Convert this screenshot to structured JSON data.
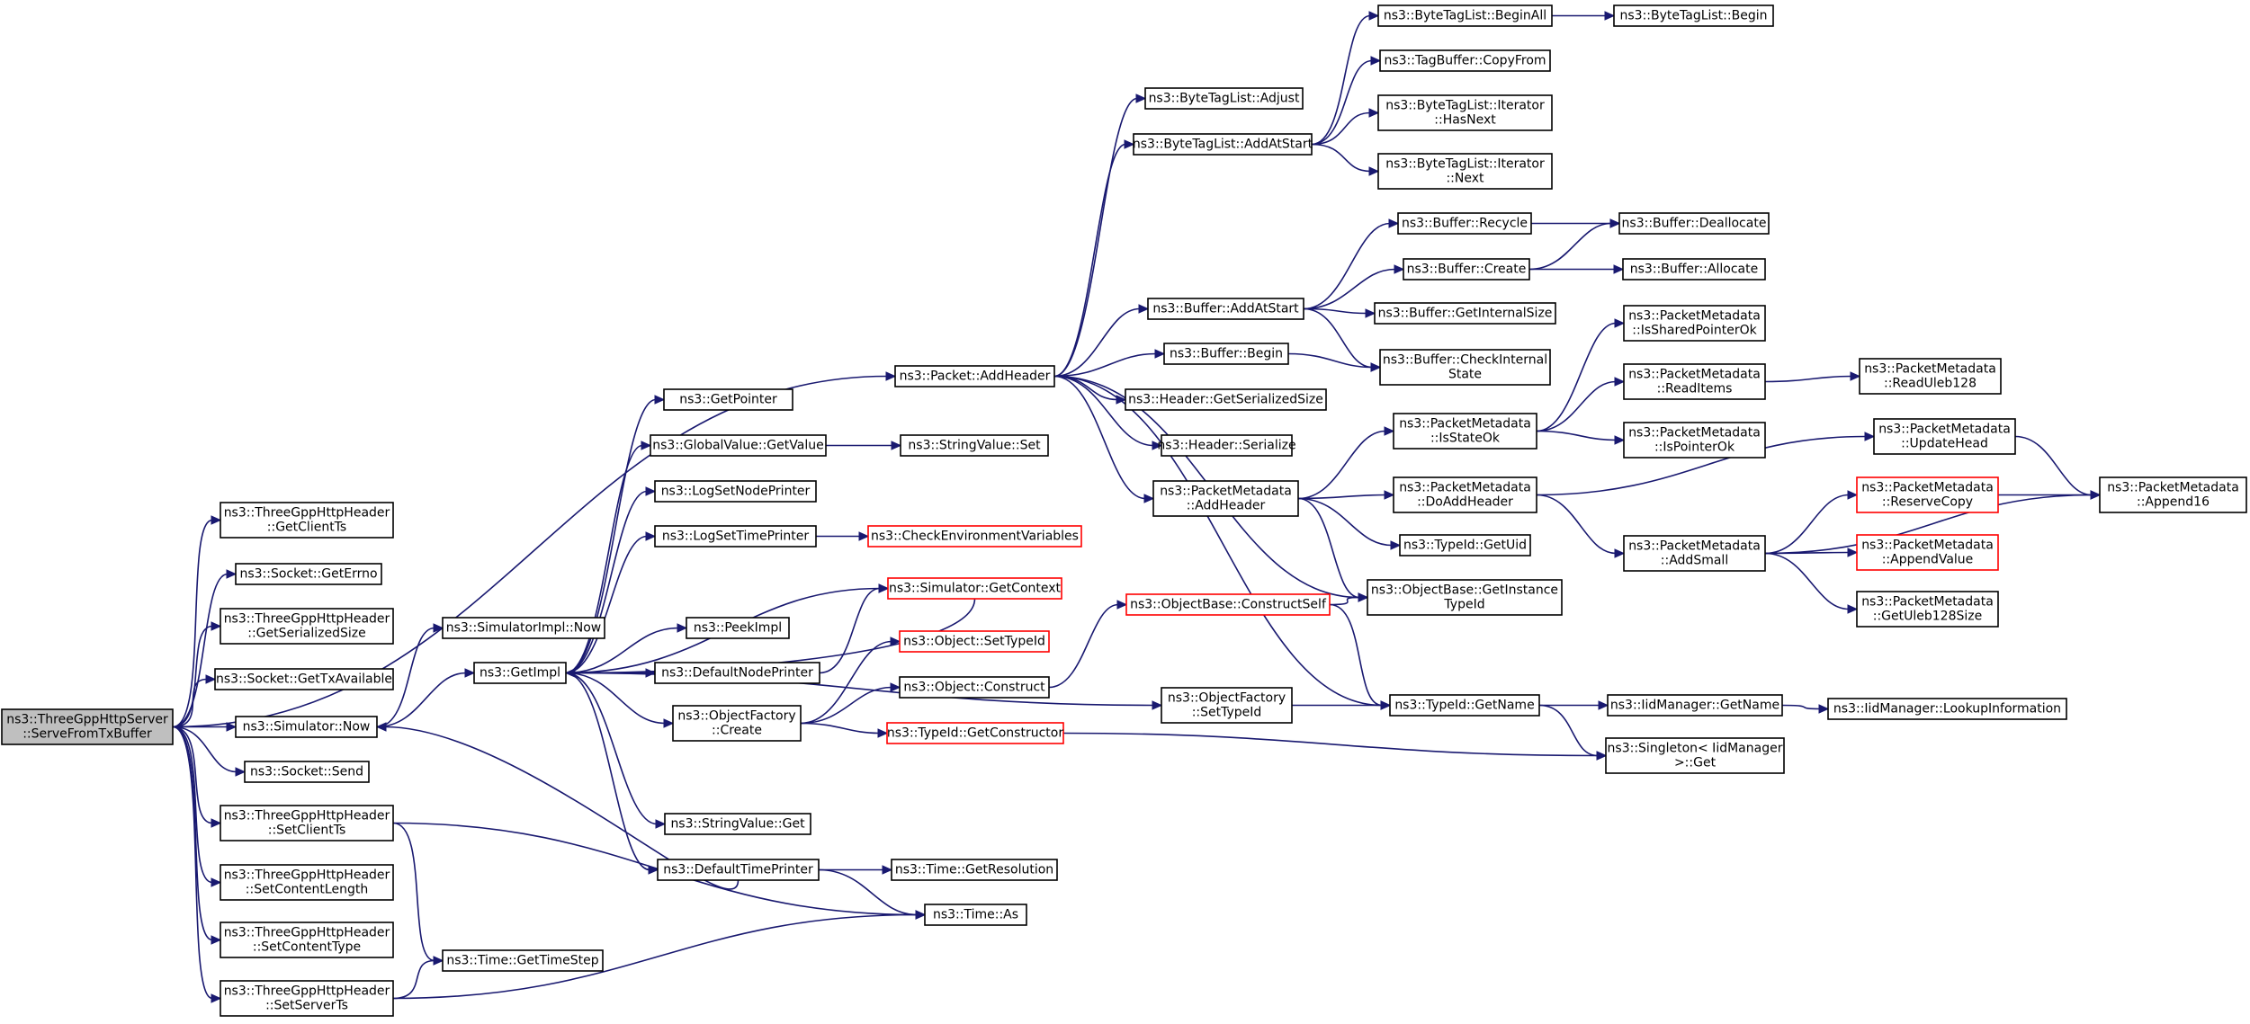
{
  "colors": {
    "edge": "#191970",
    "red_border": "#ff0000",
    "root_fill": "#bfbfbf"
  },
  "nodes": [
    {
      "id": "root",
      "lines": [
        "ns3::ThreeGppHttpServer",
        "::ServeFromTxBuffer"
      ],
      "root": true
    },
    {
      "id": "getClientTs",
      "lines": [
        "ns3::ThreeGppHttpHeader",
        "::GetClientTs"
      ]
    },
    {
      "id": "getErrno",
      "lines": [
        "ns3::Socket::GetErrno"
      ]
    },
    {
      "id": "getSerSize",
      "lines": [
        "ns3::ThreeGppHttpHeader",
        "::GetSerializedSize"
      ]
    },
    {
      "id": "getTxAvail",
      "lines": [
        "ns3::Socket::GetTxAvailable"
      ]
    },
    {
      "id": "simNow",
      "lines": [
        "ns3::Simulator::Now"
      ]
    },
    {
      "id": "send",
      "lines": [
        "ns3::Socket::Send"
      ]
    },
    {
      "id": "setClientTs",
      "lines": [
        "ns3::ThreeGppHttpHeader",
        "::SetClientTs"
      ]
    },
    {
      "id": "setContentLen",
      "lines": [
        "ns3::ThreeGppHttpHeader",
        "::SetContentLength"
      ]
    },
    {
      "id": "setContentType",
      "lines": [
        "ns3::ThreeGppHttpHeader",
        "::SetContentType"
      ]
    },
    {
      "id": "setServerTs",
      "lines": [
        "ns3::ThreeGppHttpHeader",
        "::SetServerTs"
      ]
    },
    {
      "id": "simImplNow",
      "lines": [
        "ns3::SimulatorImpl::Now"
      ]
    },
    {
      "id": "getImpl",
      "lines": [
        "ns3::GetImpl"
      ]
    },
    {
      "id": "getTimeStep",
      "lines": [
        "ns3::Time::GetTimeStep"
      ]
    },
    {
      "id": "getPointer",
      "lines": [
        "ns3::GetPointer"
      ]
    },
    {
      "id": "gvGetValue",
      "lines": [
        "ns3::GlobalValue::GetValue"
      ]
    },
    {
      "id": "logSetNode",
      "lines": [
        "ns3::LogSetNodePrinter"
      ]
    },
    {
      "id": "logSetTime",
      "lines": [
        "ns3::LogSetTimePrinter"
      ]
    },
    {
      "id": "peekImpl",
      "lines": [
        "ns3::PeekImpl"
      ]
    },
    {
      "id": "defNodePrinter",
      "lines": [
        "ns3::DefaultNodePrinter"
      ]
    },
    {
      "id": "ofCreate",
      "lines": [
        "ns3::ObjectFactory",
        "::Create"
      ]
    },
    {
      "id": "svGet",
      "lines": [
        "ns3::StringValue::Get"
      ]
    },
    {
      "id": "defTimePrinter",
      "lines": [
        "ns3::DefaultTimePrinter"
      ]
    },
    {
      "id": "svSet",
      "lines": [
        "ns3::StringValue::Set"
      ]
    },
    {
      "id": "checkEnv",
      "lines": [
        "ns3::CheckEnvironmentVariables"
      ],
      "red": true
    },
    {
      "id": "simGetContext",
      "lines": [
        "ns3::Simulator::GetContext"
      ],
      "red": true
    },
    {
      "id": "objSetTypeId",
      "lines": [
        "ns3::Object::SetTypeId"
      ],
      "red": true
    },
    {
      "id": "objConstruct",
      "lines": [
        "ns3::Object::Construct"
      ]
    },
    {
      "id": "tidGetCtor",
      "lines": [
        "ns3::TypeId::GetConstructor"
      ],
      "red": true
    },
    {
      "id": "timeGetRes",
      "lines": [
        "ns3::Time::GetResolution"
      ]
    },
    {
      "id": "timeAs",
      "lines": [
        "ns3::Time::As"
      ]
    },
    {
      "id": "pktAddHeader",
      "lines": [
        "ns3::Packet::AddHeader"
      ]
    },
    {
      "id": "btlAdjust",
      "lines": [
        "ns3::ByteTagList::Adjust"
      ]
    },
    {
      "id": "btlAddAtStart",
      "lines": [
        "ns3::ByteTagList::AddAtStart"
      ]
    },
    {
      "id": "bufAddAtStart",
      "lines": [
        "ns3::Buffer::AddAtStart"
      ]
    },
    {
      "id": "bufBegin",
      "lines": [
        "ns3::Buffer::Begin"
      ]
    },
    {
      "id": "hdrGetSerSize",
      "lines": [
        "ns3::Header::GetSerializedSize"
      ]
    },
    {
      "id": "hdrSerialize",
      "lines": [
        "ns3::Header::Serialize"
      ]
    },
    {
      "id": "pmAddHeader",
      "lines": [
        "ns3::PacketMetadata",
        "::AddHeader"
      ]
    },
    {
      "id": "obConstructSelf",
      "lines": [
        "ns3::ObjectBase::ConstructSelf"
      ],
      "red": true
    },
    {
      "id": "ofSetTypeId",
      "lines": [
        "ns3::ObjectFactory",
        "::SetTypeId"
      ]
    },
    {
      "id": "btlBeginAll",
      "lines": [
        "ns3::ByteTagList::BeginAll"
      ]
    },
    {
      "id": "tbCopyFrom",
      "lines": [
        "ns3::TagBuffer::CopyFrom"
      ]
    },
    {
      "id": "btlItHasNext",
      "lines": [
        "ns3::ByteTagList::Iterator",
        "::HasNext"
      ]
    },
    {
      "id": "btlItNext",
      "lines": [
        "ns3::ByteTagList::Iterator",
        "::Next"
      ]
    },
    {
      "id": "bufRecycle",
      "lines": [
        "ns3::Buffer::Recycle"
      ]
    },
    {
      "id": "bufCreate",
      "lines": [
        "ns3::Buffer::Create"
      ]
    },
    {
      "id": "bufGetInternalSize",
      "lines": [
        "ns3::Buffer::GetInternalSize"
      ]
    },
    {
      "id": "bufCheckInternal",
      "lines": [
        "ns3::Buffer::CheckInternal",
        "State"
      ]
    },
    {
      "id": "pmIsStateOk",
      "lines": [
        "ns3::PacketMetadata",
        "::IsStateOk"
      ]
    },
    {
      "id": "pmDoAddHeader",
      "lines": [
        "ns3::PacketMetadata",
        "::DoAddHeader"
      ]
    },
    {
      "id": "tidGetUid",
      "lines": [
        "ns3::TypeId::GetUid"
      ]
    },
    {
      "id": "obGetInstTid",
      "lines": [
        "ns3::ObjectBase::GetInstance",
        "TypeId"
      ]
    },
    {
      "id": "tidGetName",
      "lines": [
        "ns3::TypeId::GetName"
      ]
    },
    {
      "id": "btlBegin",
      "lines": [
        "ns3::ByteTagList::Begin"
      ]
    },
    {
      "id": "bufDealloc",
      "lines": [
        "ns3::Buffer::Deallocate"
      ]
    },
    {
      "id": "bufAlloc",
      "lines": [
        "ns3::Buffer::Allocate"
      ]
    },
    {
      "id": "pmIsSharedPtrOk",
      "lines": [
        "ns3::PacketMetadata",
        "::IsSharedPointerOk"
      ]
    },
    {
      "id": "pmReadItems",
      "lines": [
        "ns3::PacketMetadata",
        "::ReadItems"
      ]
    },
    {
      "id": "pmIsPointerOk",
      "lines": [
        "ns3::PacketMetadata",
        "::IsPointerOk"
      ]
    },
    {
      "id": "pmAddSmall",
      "lines": [
        "ns3::PacketMetadata",
        "::AddSmall"
      ]
    },
    {
      "id": "iidGetName",
      "lines": [
        "ns3::IidManager::GetName"
      ]
    },
    {
      "id": "singletonGet",
      "lines": [
        "ns3::Singleton< IidManager",
        ">::Get"
      ]
    },
    {
      "id": "pmReadUleb128",
      "lines": [
        "ns3::PacketMetadata",
        "::ReadUleb128"
      ]
    },
    {
      "id": "pmUpdateHead",
      "lines": [
        "ns3::PacketMetadata",
        "::UpdateHead"
      ]
    },
    {
      "id": "pmReserveCopy",
      "lines": [
        "ns3::PacketMetadata",
        "::ReserveCopy"
      ],
      "red": true
    },
    {
      "id": "pmAppendValue",
      "lines": [
        "ns3::PacketMetadata",
        "::AppendValue"
      ],
      "red": true
    },
    {
      "id": "pmGetUleb128Size",
      "lines": [
        "ns3::PacketMetadata",
        "::GetUleb128Size"
      ]
    },
    {
      "id": "iidLookupInfo",
      "lines": [
        "ns3::IidManager::LookupInformation"
      ]
    },
    {
      "id": "pmAppend16",
      "lines": [
        "ns3::PacketMetadata",
        "::Append16"
      ]
    }
  ],
  "edges": [
    [
      "root",
      "pktAddHeader"
    ],
    [
      "root",
      "getClientTs"
    ],
    [
      "root",
      "getErrno"
    ],
    [
      "root",
      "getSerSize"
    ],
    [
      "root",
      "getTxAvail"
    ],
    [
      "root",
      "simNow"
    ],
    [
      "root",
      "send"
    ],
    [
      "root",
      "setClientTs"
    ],
    [
      "root",
      "setContentLen"
    ],
    [
      "root",
      "setContentType"
    ],
    [
      "root",
      "setServerTs"
    ],
    [
      "simNow",
      "simImplNow"
    ],
    [
      "simNow",
      "getImpl"
    ],
    [
      "setClientTs",
      "getTimeStep"
    ],
    [
      "setClientTs",
      "timeAs"
    ],
    [
      "setServerTs",
      "getTimeStep"
    ],
    [
      "setServerTs",
      "timeAs"
    ],
    [
      "getImpl",
      "getPointer"
    ],
    [
      "getImpl",
      "gvGetValue"
    ],
    [
      "getImpl",
      "logSetNode"
    ],
    [
      "getImpl",
      "logSetTime"
    ],
    [
      "getImpl",
      "simGetContext"
    ],
    [
      "getImpl",
      "peekImpl"
    ],
    [
      "getImpl",
      "defNodePrinter"
    ],
    [
      "getImpl",
      "ofCreate"
    ],
    [
      "getImpl",
      "ofSetTypeId"
    ],
    [
      "getImpl",
      "svGet"
    ],
    [
      "getImpl",
      "defTimePrinter"
    ],
    [
      "gvGetValue",
      "svSet"
    ],
    [
      "logSetTime",
      "checkEnv"
    ],
    [
      "simGetContext",
      "getImpl"
    ],
    [
      "defNodePrinter",
      "simGetContext"
    ],
    [
      "ofCreate",
      "objSetTypeId"
    ],
    [
      "ofCreate",
      "objConstruct"
    ],
    [
      "ofCreate",
      "tidGetCtor"
    ],
    [
      "defTimePrinter",
      "simNow"
    ],
    [
      "defTimePrinter",
      "timeGetRes"
    ],
    [
      "defTimePrinter",
      "timeAs"
    ],
    [
      "objConstruct",
      "obConstructSelf"
    ],
    [
      "tidGetCtor",
      "singletonGet"
    ],
    [
      "pktAddHeader",
      "btlAdjust"
    ],
    [
      "pktAddHeader",
      "btlAddAtStart"
    ],
    [
      "pktAddHeader",
      "bufAddAtStart"
    ],
    [
      "pktAddHeader",
      "bufBegin"
    ],
    [
      "pktAddHeader",
      "hdrGetSerSize"
    ],
    [
      "pktAddHeader",
      "hdrSerialize"
    ],
    [
      "pktAddHeader",
      "pmAddHeader"
    ],
    [
      "pktAddHeader",
      "obGetInstTid"
    ],
    [
      "pktAddHeader",
      "tidGetName"
    ],
    [
      "btlAddAtStart",
      "btlBeginAll"
    ],
    [
      "btlAddAtStart",
      "tbCopyFrom"
    ],
    [
      "btlAddAtStart",
      "btlItHasNext"
    ],
    [
      "btlAddAtStart",
      "btlItNext"
    ],
    [
      "btlBeginAll",
      "btlBegin"
    ],
    [
      "bufAddAtStart",
      "bufRecycle"
    ],
    [
      "bufAddAtStart",
      "bufCreate"
    ],
    [
      "bufAddAtStart",
      "bufGetInternalSize"
    ],
    [
      "bufAddAtStart",
      "bufCheckInternal"
    ],
    [
      "bufBegin",
      "bufCheckInternal"
    ],
    [
      "bufRecycle",
      "bufDealloc"
    ],
    [
      "bufCreate",
      "bufDealloc"
    ],
    [
      "bufCreate",
      "bufAlloc"
    ],
    [
      "pmAddHeader",
      "pmIsStateOk"
    ],
    [
      "pmAddHeader",
      "pmDoAddHeader"
    ],
    [
      "pmAddHeader",
      "tidGetUid"
    ],
    [
      "pmAddHeader",
      "obGetInstTid"
    ],
    [
      "pmIsStateOk",
      "pmIsSharedPtrOk"
    ],
    [
      "pmIsStateOk",
      "pmReadItems"
    ],
    [
      "pmIsStateOk",
      "pmIsPointerOk"
    ],
    [
      "pmReadItems",
      "pmReadUleb128"
    ],
    [
      "pmDoAddHeader",
      "pmUpdateHead"
    ],
    [
      "pmDoAddHeader",
      "pmAddSmall"
    ],
    [
      "pmAddSmall",
      "pmReserveCopy"
    ],
    [
      "pmAddSmall",
      "pmAppendValue"
    ],
    [
      "pmAddSmall",
      "pmGetUleb128Size"
    ],
    [
      "pmAddSmall",
      "pmAppend16"
    ],
    [
      "pmUpdateHead",
      "pmAppend16"
    ],
    [
      "pmReserveCopy",
      "pmAppend16"
    ],
    [
      "obConstructSelf",
      "obGetInstTid"
    ],
    [
      "obConstructSelf",
      "tidGetName"
    ],
    [
      "ofSetTypeId",
      "tidGetName"
    ],
    [
      "tidGetName",
      "iidGetName"
    ],
    [
      "tidGetName",
      "singletonGet"
    ],
    [
      "iidGetName",
      "iidLookupInfo"
    ]
  ]
}
